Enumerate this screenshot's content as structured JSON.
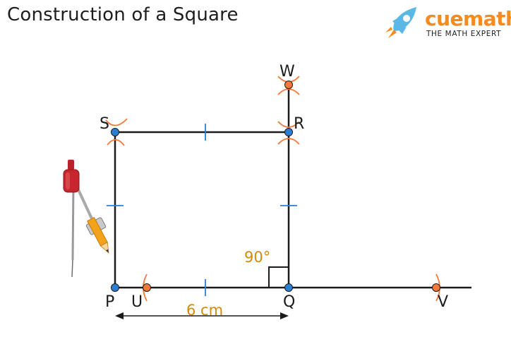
{
  "header": {
    "title": "Construction of a Square"
  },
  "logo": {
    "wordmark": "cuemath",
    "tagline": "THE MATH EXPERT",
    "icon": "rocket-icon"
  },
  "diagram": {
    "points": {
      "P": "P",
      "Q": "Q",
      "R": "R",
      "S": "S",
      "U": "U",
      "V": "V",
      "W": "W"
    },
    "angle_label": "90°",
    "length_label": "6 cm",
    "tool_icon": "compass-icon"
  },
  "colors": {
    "line": "#1b1b1b",
    "point_blue": "#2a7fd4",
    "point_orange": "#f47a3a",
    "arc": "#f47a3a",
    "tick": "#2a7fd4",
    "accent_text": "#d48a09",
    "brand_orange": "#f58a1f",
    "brand_blue": "#5bb7e6"
  }
}
